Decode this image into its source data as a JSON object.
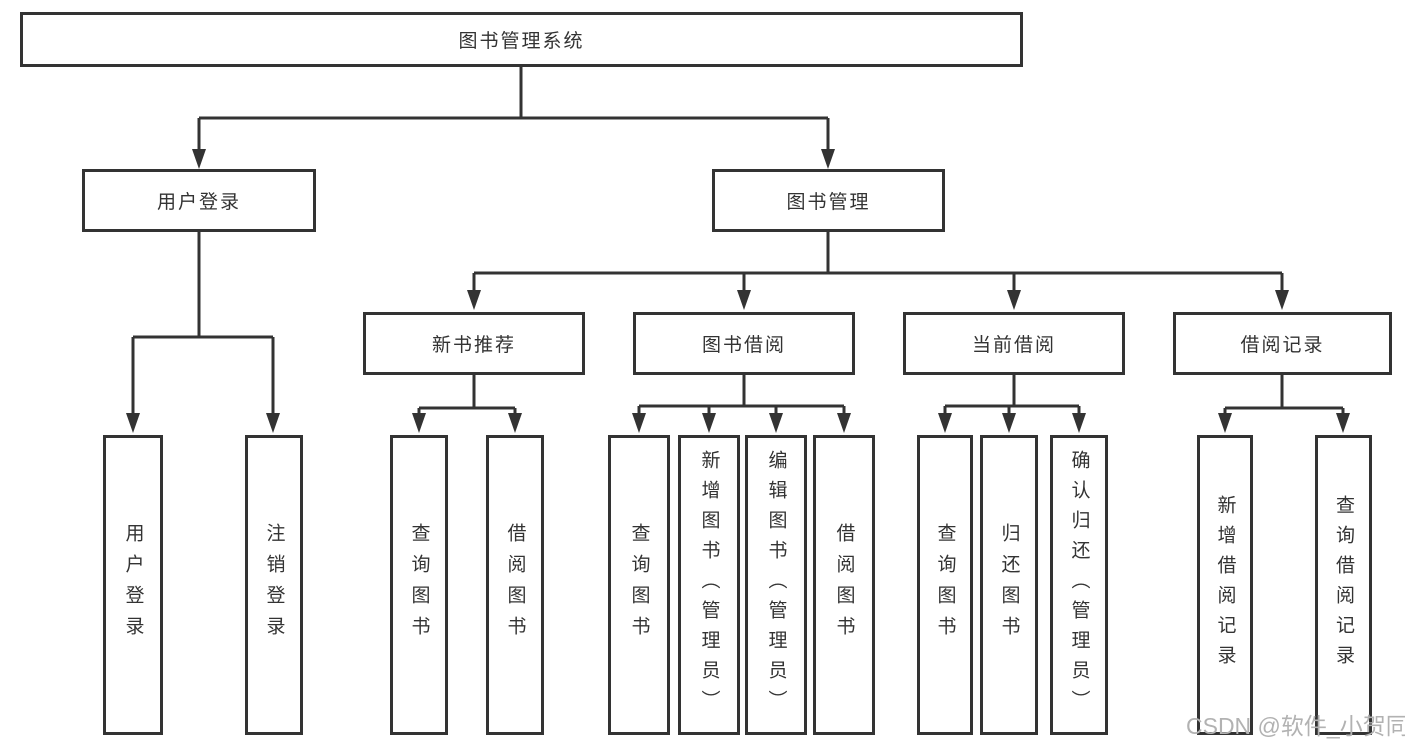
{
  "tree": {
    "root": "图书管理系统",
    "branches": [
      {
        "label": "用户登录",
        "children": [
          "用户登录",
          "注销登录"
        ]
      },
      {
        "label": "图书管理",
        "children": [
          {
            "label": "新书推荐",
            "children": [
              "查询图书",
              "借阅图书"
            ]
          },
          {
            "label": "图书借阅",
            "children": [
              "查询图书",
              "新增图书（管理员）",
              "编辑图书（管理员）",
              "借阅图书"
            ]
          },
          {
            "label": "当前借阅",
            "children": [
              "查询图书",
              "归还图书",
              "确认归还（管理员）"
            ]
          },
          {
            "label": "借阅记录",
            "children": [
              "新增借阅记录",
              "查询借阅记录"
            ]
          }
        ]
      }
    ]
  },
  "colors": {
    "line": "#333333",
    "box_fill": "#ffffff",
    "text": "#333333",
    "watermark": "#b2b2b2"
  },
  "watermark": {
    "text": "CSDN @软件_小贺同学"
  }
}
